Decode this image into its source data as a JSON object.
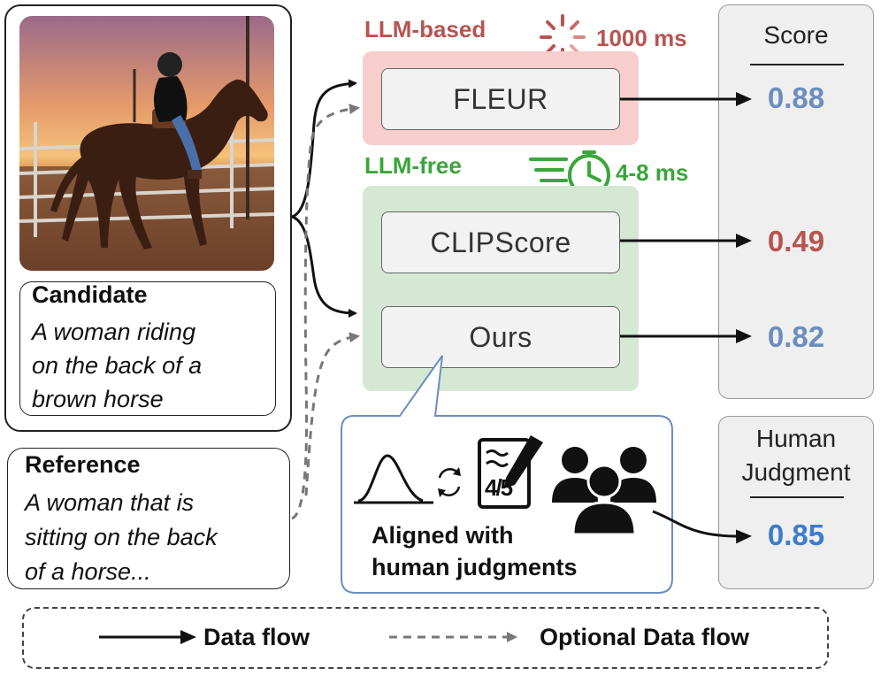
{
  "candidate": {
    "title": "Candidate",
    "text_lines": [
      "A woman riding",
      "on the back of a",
      "brown horse"
    ]
  },
  "reference": {
    "title": "Reference",
    "text_lines": [
      "A woman that is",
      "sitting on the back",
      "of a horse..."
    ]
  },
  "llm_based": {
    "label": "LLM-based",
    "latency": "1000 ms",
    "color": "#b85450"
  },
  "llm_free": {
    "label": "LLM-free",
    "latency": "4-8 ms",
    "color": "#3aa63a"
  },
  "models": {
    "fleur": "FLEUR",
    "clipscore": "CLIPScore",
    "ours": "Ours"
  },
  "score_panel": {
    "header": "Score",
    "fleur_score": "0.88",
    "clipscore_score": "0.49",
    "ours_score": "0.82"
  },
  "human_panel": {
    "header_line1": "Human",
    "header_line2": "Judgment",
    "score": "0.85"
  },
  "callout": {
    "rating": "4/5",
    "text_lines": [
      "Aligned with",
      "human judgments"
    ]
  },
  "legend": {
    "solid": "Data flow",
    "dashed": "Optional Data flow"
  },
  "colors": {
    "good": "#6c8ebf",
    "bad": "#b85450",
    "human": "#3d7cc9",
    "red_panel": "#f8cecc",
    "green_panel": "#d5e8d4"
  }
}
